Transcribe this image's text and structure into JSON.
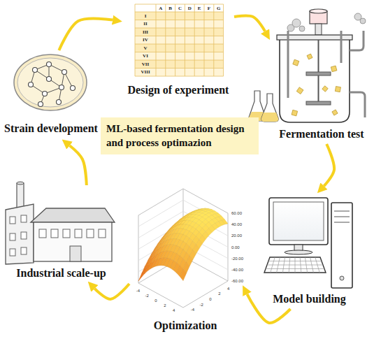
{
  "diagram": {
    "nodes": [
      {
        "text": [
          "Design of experiment"
        ]
      },
      {
        "text": [
          "Fermentation test"
        ]
      },
      {
        "text": [
          "Model building"
        ]
      },
      {
        "text": [
          "Optimization"
        ]
      },
      {
        "text": [
          "Industrial scale-up"
        ]
      },
      {
        "text": [
          "Strain development"
        ]
      },
      {
        "text": [
          "ML-based fermentation design and process optimazion"
        ]
      }
    ],
    "edges": [
      {
        "from": 0,
        "to": 1,
        "arrow": "to"
      },
      {
        "from": 1,
        "to": 2,
        "arrow": "to"
      },
      {
        "from": 2,
        "to": 3,
        "arrow": "to"
      },
      {
        "from": 3,
        "to": 4,
        "arrow": "to"
      },
      {
        "from": 4,
        "to": 5,
        "arrow": "to"
      },
      {
        "from": 5,
        "to": 0,
        "arrow": "to"
      }
    ],
    "labels": [
      "A",
      "B",
      "C",
      "D",
      "E",
      "F",
      "G",
      "I",
      "II",
      "III",
      "IV",
      "V",
      "VI",
      "VII",
      "VIII",
      "60.00",
      "40.00",
      "20.00",
      "0.00",
      "-20.00",
      "-40.00",
      "-60.00",
      "-4",
      "-2",
      "0",
      "2",
      "4",
      "-4",
      "-2",
      "0",
      "2",
      "4"
    ]
  }
}
